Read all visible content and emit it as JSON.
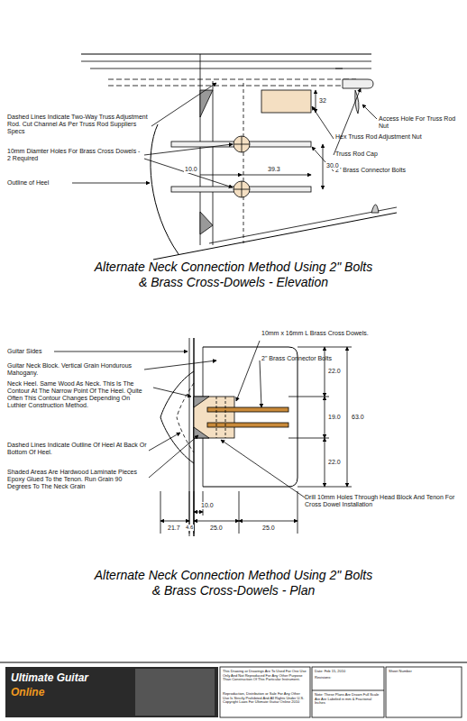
{
  "diagram": {
    "labels": [
      "Access Hole For Truss Rod Nut",
      "Hex Truss Rod Adjustment Nut",
      "Truss Rod Cap",
      "2\" Brass Connector Bolts",
      "Dashed Lines Indicate Two-Way Truss Adjustment Rod. Cut Channel As Per Truss Rod Suppliers Specs",
      "10mm Diamter Holes For Brass Cross Dowels - 2 Required",
      "Outline of Heel",
      "32",
      "10.0",
      "39.3",
      "30.0",
      "Alternate Neck Connection Method Using 2\" Bolts & Brass Cross-Dowels - Elevation",
      "10mm x 16mm L Brass Cross Dowels.",
      "2\" Brass Connector Bolts",
      "Guitar Sides",
      "Guitar Neck Block. Vertical Grain Hondurous Mahogany.",
      "Neck Heel. Same Wood As Neck. This Is The Contour At The Narrow Point Of The Heel. Quite Often This Contour Changes Depending On Luthier Construction Method.",
      "Dashed Lines Indicate Outline Of Heel At Back Or Bottom Of Heel.",
      "Shaded Areas Are Hardwood Laminate Pieces Epoxy Glued To the Tenon. Run Grain 90 Degrees To The Neck Grain",
      "Drill 10mm Holes Through Head Block And Tenon For Cross Dowel Installation",
      "22.0",
      "19.0",
      "22.0",
      "63.0",
      "10.0",
      "4.6",
      "21.7",
      "25.0",
      "25.0",
      "Alternate Neck Connection Method Using 2\" Bolts & Brass Cross-Dowels - Plan",
      "Ultimate Guitar",
      "Online",
      "This Drawing or Drawings Are To Used For One Use Only And Not Reproduced For Any Other Purpose Than Construction Of This Particular Instrument.",
      "Reproduction, Distribution or Sale For Any Other Use Is Strictly Prohibited And All Rights Under U.S. Copyright Laws For Ultimate Guitar Online 2010",
      "Date: Feb 15, 2010",
      "Revisions:",
      "Note: These Plans Are Drawn Full Scale Are Are Labeled in mm & Fractional Inches",
      "Sheet Number"
    ]
  }
}
